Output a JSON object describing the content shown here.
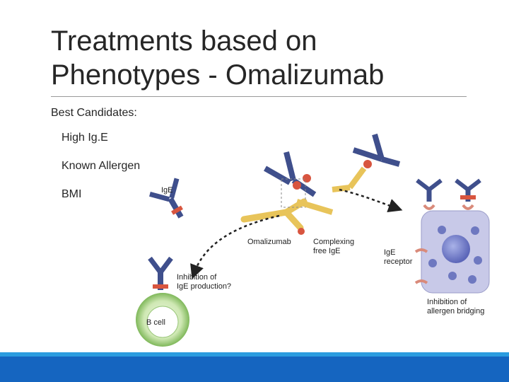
{
  "slide": {
    "title_line1": "Treatments based on",
    "title_line2": "Phenotypes - Omalizumab",
    "subheading": "Best Candidates:",
    "bullets": [
      "High Ig.E",
      "Known Allergen",
      "BMI"
    ]
  },
  "figure": {
    "labels": {
      "ige": "IgE",
      "omalizumab": "Omalizumab",
      "complexing_1": "Complexing",
      "complexing_2": "free IgE",
      "receptor_1": "IgE",
      "receptor_2": "receptor",
      "inhibition_prod_1": "Inhibition of",
      "inhibition_prod_2": "IgE production?",
      "b_cell": "B cell",
      "inhibition_bridge_1": "Inhibition of",
      "inhibition_bridge_2": "allergen bridging"
    }
  },
  "colors": {
    "antibody_blue": "#3f4f8c",
    "omalizumab_yellow": "#e8c45a",
    "allergen_red": "#d8553f",
    "b_cell_green": "#8ec26a",
    "mast_cell": "#c8c9e8",
    "footer_light": "#2b9cdf",
    "footer_dark": "#1565c0"
  }
}
